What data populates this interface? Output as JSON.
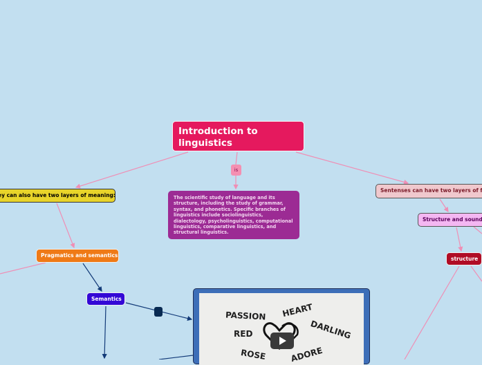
{
  "root": {
    "title": "Introduction to linguistics"
  },
  "link_label": "is",
  "definition": "The scientific study of language and its structure, including the study of grammar, syntax, and phonetics. Specific branches of linguistics include sociolinguistics, dialectology, psycholinguistics, computational linguistics, comparative linguistics, and structural linguistics.",
  "left_branch": "ey can also have two layers of meaning:",
  "right_branch": "Sentenses can have two layers of fro",
  "structure_sounds": "Structure and sounds",
  "structure": "structure",
  "pragmatics": "Pragmatics and semantics",
  "semantics": "Semantics",
  "video": {
    "words": [
      "PASSION",
      "HEART",
      "DARLING",
      "RED",
      "ROSE",
      "ADORE"
    ]
  },
  "colors": {
    "background": "#c2dff0",
    "root": "#e5195e",
    "definition": "#9c2b94",
    "left_branch": "#e8d42a",
    "right_branch": "#f0c8cd",
    "structure_sounds": "#f4b7f2",
    "structure": "#b00c25",
    "pragmatics": "#ef7a16",
    "semantics": "#3308d6",
    "connector_pink": "#ef8fb5",
    "connector_navy": "#123a78"
  }
}
